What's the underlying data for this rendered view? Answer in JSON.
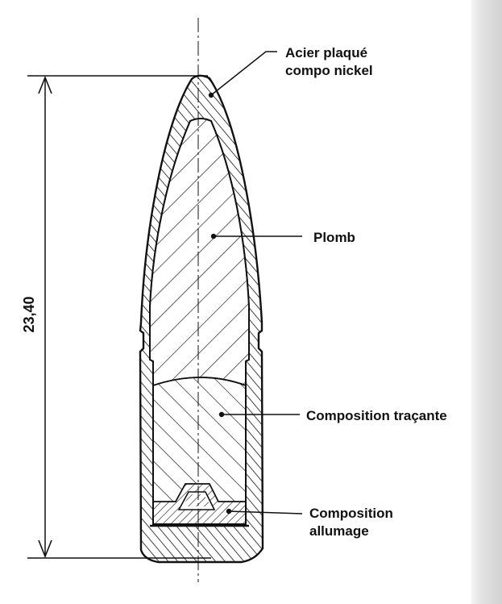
{
  "dimension": {
    "length_label": "23,40"
  },
  "callouts": [
    {
      "id": "acier",
      "line1": "Acier plaqué",
      "line2": "compo nickel"
    },
    {
      "id": "plomb",
      "line1": "Plomb",
      "line2": ""
    },
    {
      "id": "tracante",
      "line1": "Composition traçante",
      "line2": ""
    },
    {
      "id": "allumage",
      "line1": "Composition",
      "line2": "allumage"
    }
  ],
  "colors": {
    "ink": "#111111",
    "paper": "#ffffff",
    "scan_edge": "#d6d6d6"
  }
}
